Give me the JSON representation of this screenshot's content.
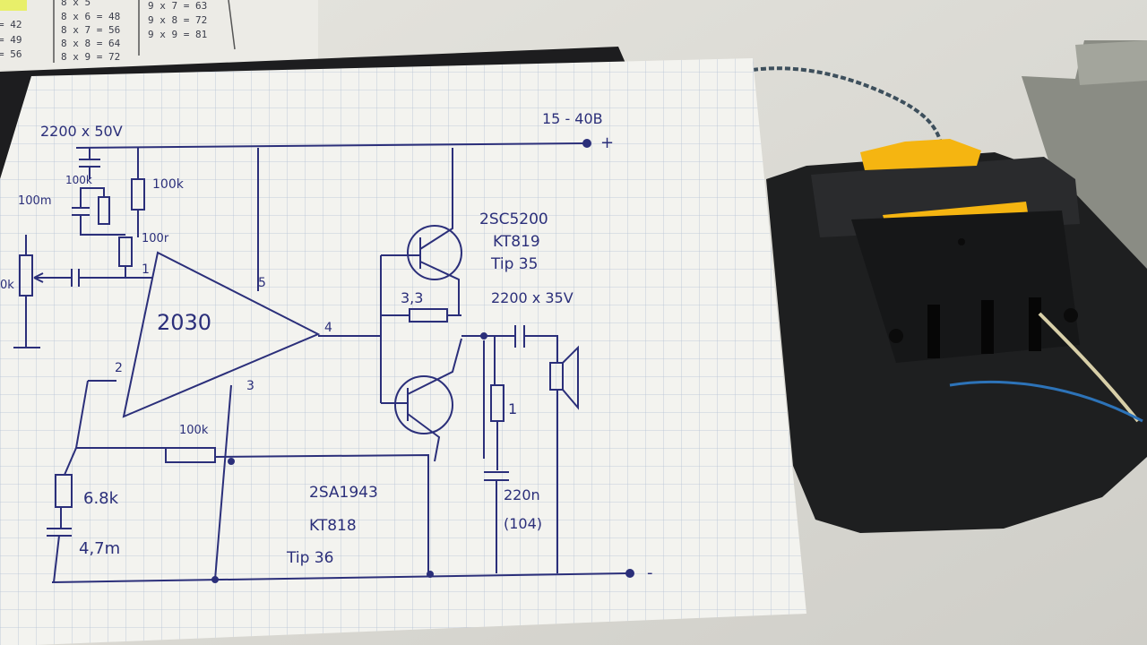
{
  "multiplication_table": {
    "left_column": [
      "8 x 5",
      "8 x 6 = 48",
      "8 x 7 = 56",
      "8 x 8 = 64",
      "8 x 9 = 72"
    ],
    "right_column": [
      "9 x 7 = 63",
      "9 x 8 = 72",
      "9 x 9 = 81"
    ],
    "edge_fragments": [
      "= 42",
      "= 49",
      "= 56"
    ]
  },
  "schematic": {
    "supply_label": "15 - 40B",
    "plus_sign": "+",
    "minus_sign": "-",
    "input_cap": "2200 x 50V",
    "cap_100m": "100m",
    "res_100k_small": "100k",
    "res_100k_top": "100k",
    "res_100r": "100r",
    "amp_label": "2030",
    "pin1": "1",
    "pin2": "2",
    "pin3": "3",
    "pin4": "4",
    "pin5": "5",
    "pot_label": "0k",
    "npn_lines": [
      "2SC5200",
      "KT819",
      "Tip 35"
    ],
    "pnp_lines": [
      "2SA1943",
      "KT818",
      "Tip 36"
    ],
    "emitter_res": "3,3",
    "out_cap": "2200 x 35V",
    "zobel_res": "1",
    "zobel_cap_lines": [
      "220n",
      "(104)"
    ],
    "fb_res": "100k",
    "res_6_8k": "6.8k",
    "cap_4_7m": "4,7m"
  },
  "colors": {
    "ink": "#2b2f7a",
    "paper": "#f3f3ef",
    "table": "#d9d8d2",
    "battery_body": "#1e1f20",
    "latch_yellow": "#f5b511"
  },
  "objects": [
    "squared-paper-sheet",
    "multiplication-table-card",
    "battery-adapter",
    "metal-box",
    "twisted-wire"
  ]
}
